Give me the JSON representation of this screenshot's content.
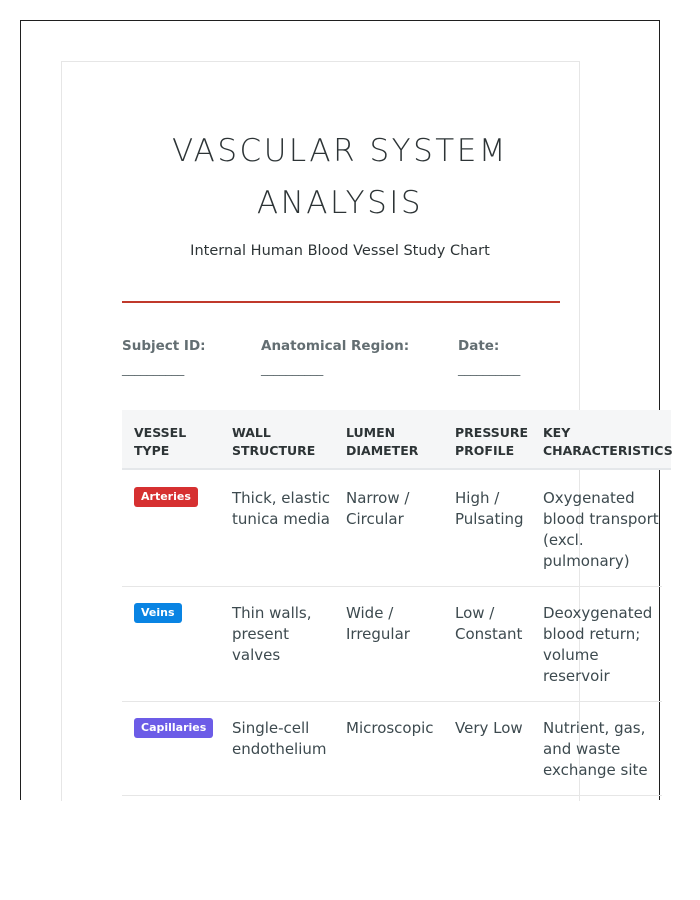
{
  "document": {
    "title": "VASCULAR SYSTEM ANALYSIS",
    "subtitle": "Internal Human Blood Vessel Study Chart"
  },
  "meta": {
    "fields": [
      {
        "label": "Subject ID:",
        "blank": "__________"
      },
      {
        "label": "Anatomical Region:",
        "blank": "__________"
      },
      {
        "label": "Date:",
        "blank": "__________"
      }
    ]
  },
  "table": {
    "headers": [
      "VESSEL TYPE",
      "WALL STRUCTURE",
      "LUMEN DIAMETER",
      "PRESSURE PROFILE",
      "KEY CHARACTERISTICS"
    ],
    "rows": [
      {
        "type": "Arteries",
        "type_color": "#d63031",
        "wall": "Thick, elastic tunica media",
        "lumen": "Narrow / Circular",
        "pressure": "High / Pulsating",
        "key": "Oxygenated blood transport (excl. pulmonary)"
      },
      {
        "type": "Veins",
        "type_color": "#0984e3",
        "wall": "Thin walls, present valves",
        "lumen": "Wide / Irregular",
        "pressure": "Low / Constant",
        "key": "Deoxygenated blood return; volume reservoir"
      },
      {
        "type": "Capillaries",
        "type_color": "#6c5ce7",
        "wall": "Single-cell endothelium",
        "lumen": "Microscopic",
        "pressure": "Very Low",
        "key": "Nutrient, gas, and waste exchange site"
      }
    ]
  },
  "colors": {
    "accent_rule": "#c0392b"
  }
}
